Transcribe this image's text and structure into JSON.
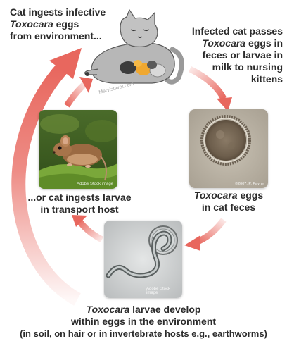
{
  "captions": {
    "top_left": {
      "line1": "Cat ingests infective",
      "line2_italic": "Toxocara",
      "line2_rest": " eggs",
      "line3": "from environment..."
    },
    "top_right": {
      "line1": "Infected cat passes",
      "line2_italic": "Toxocara",
      "line2_rest": " eggs in",
      "line3": "feces or larvae in",
      "line4": "milk to nursing",
      "line5": "kittens"
    },
    "mid_left": {
      "line1": "...or cat ingests larvae",
      "line2": "in transport host"
    },
    "mid_right": {
      "line1_italic": "Toxocara",
      "line1_rest": " eggs",
      "line2": "in cat feces"
    },
    "bottom": {
      "line1_italic": "Toxocara",
      "line1_rest": " larvae develop",
      "line2": "within eggs in the environment",
      "line3": "(in soil, on hair or in invertebrate hosts e.g., earthworms)"
    }
  },
  "watermarks": {
    "cat": "Marvistavet.com",
    "mouse": "Adobe Stock image",
    "egg": "©2007, P. Payne",
    "larva": "Adobe Stock image"
  },
  "icons": {
    "cat": "nursing-cat-illustration",
    "mouse": "mouse-photo",
    "egg": "egg-micrograph",
    "larva": "larva-micrograph"
  },
  "colors": {
    "arrow": "#e8675e",
    "text": "#2b2b2b"
  }
}
